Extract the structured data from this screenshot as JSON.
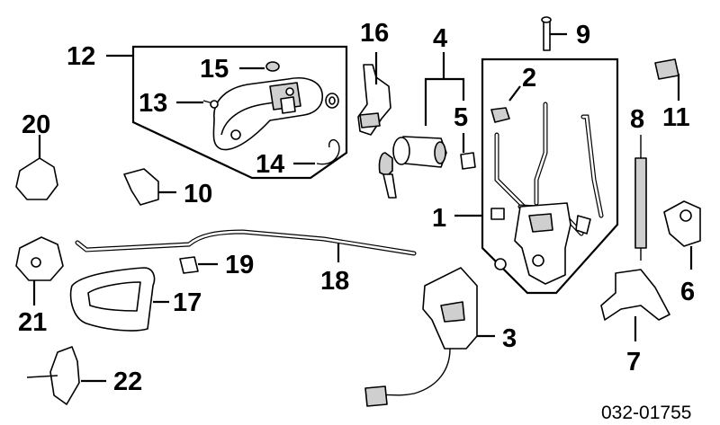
{
  "diagram": {
    "callouts": {
      "c1": "1",
      "c2": "2",
      "c3": "3",
      "c4": "4",
      "c5": "5",
      "c6": "6",
      "c7": "7",
      "c8": "8",
      "c9": "9",
      "c10": "10",
      "c11": "11",
      "c12": "12",
      "c13": "13",
      "c14": "14",
      "c15": "15",
      "c16": "16",
      "c17": "17",
      "c18": "18",
      "c19": "19",
      "c20": "20",
      "c21": "21",
      "c22": "22"
    },
    "diagram_code": "032-01755"
  }
}
